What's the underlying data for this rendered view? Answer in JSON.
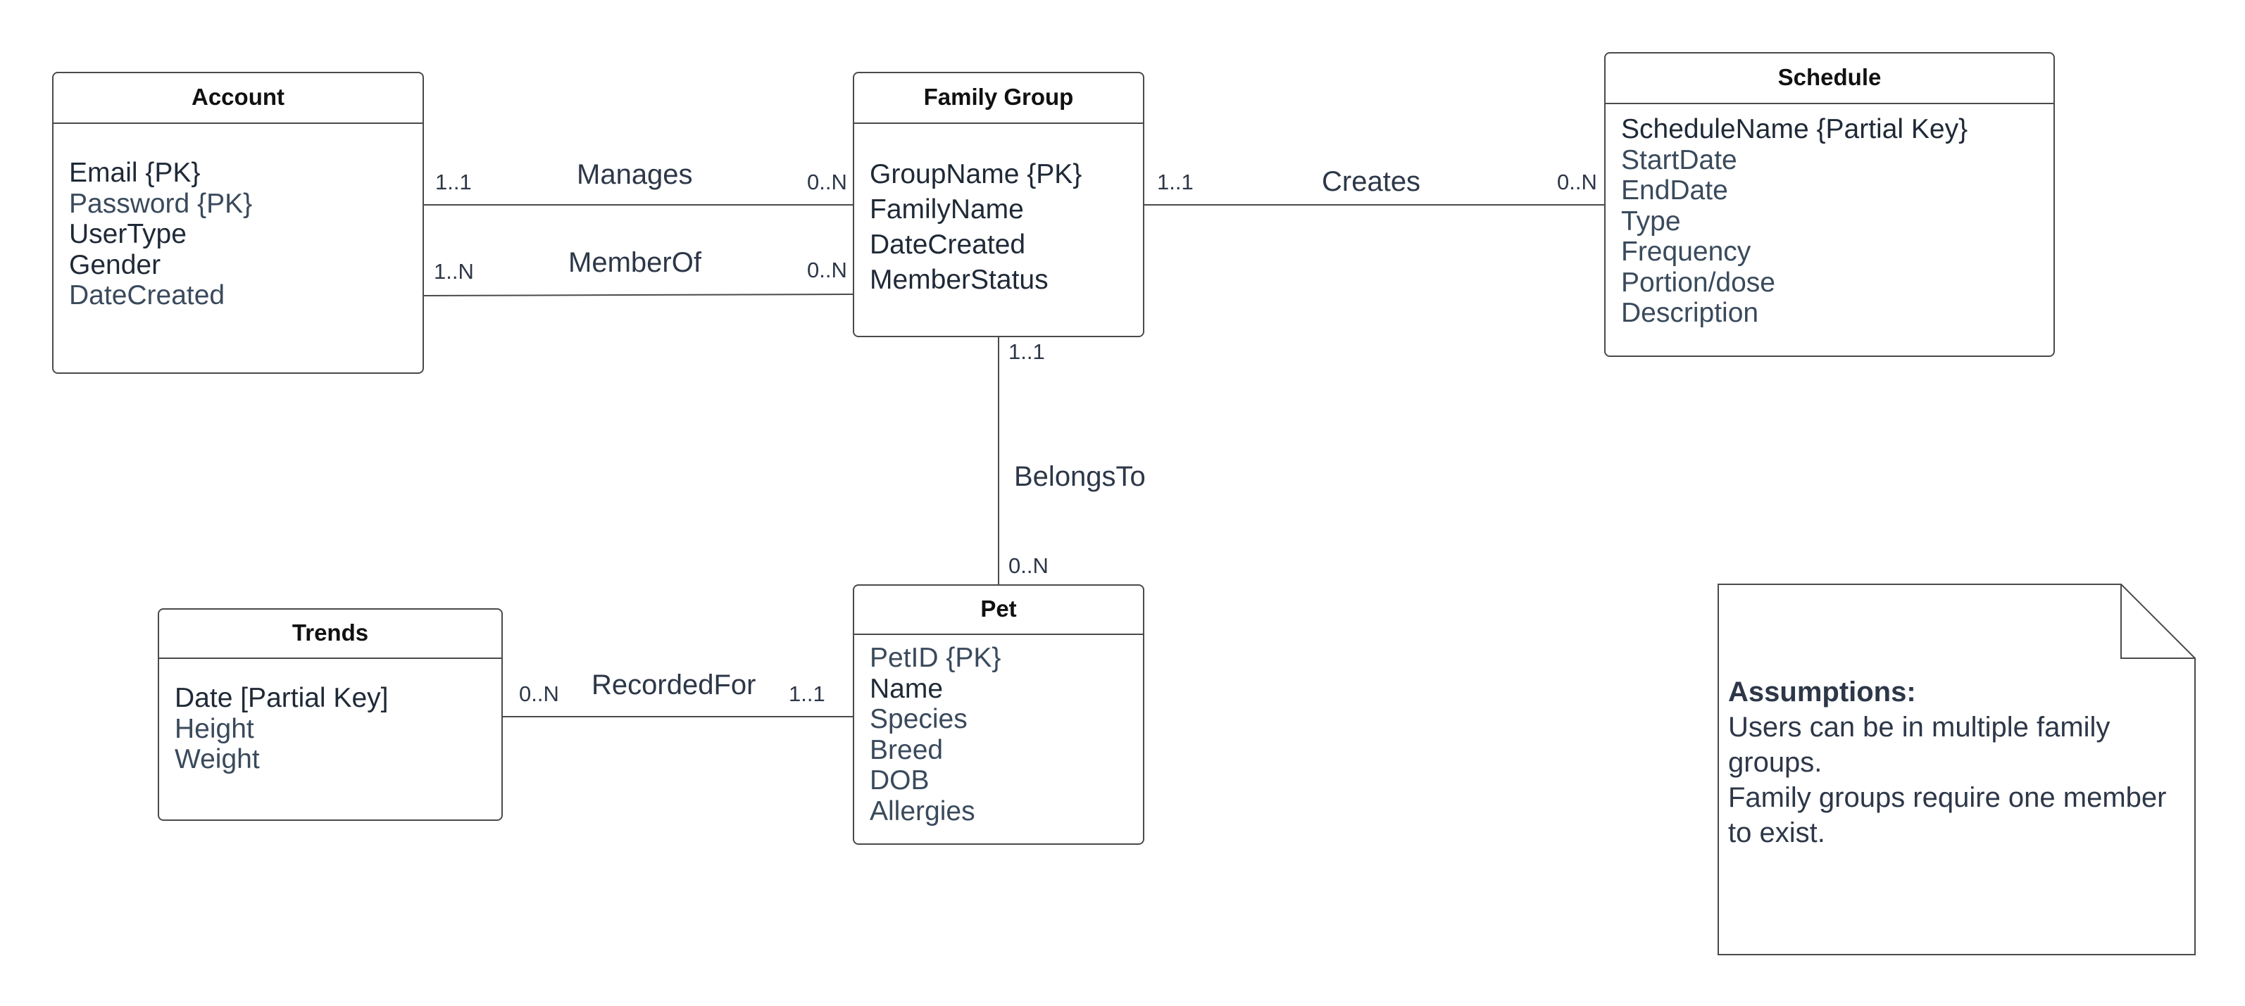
{
  "entities": {
    "account": {
      "title": "Account",
      "attributes": [
        "Email {PK}",
        "Password {PK}",
        "UserType",
        "Gender",
        "DateCreated"
      ]
    },
    "family_group": {
      "title": "Family Group",
      "attributes": [
        "GroupName {PK}",
        "FamilyName",
        "DateCreated",
        "MemberStatus"
      ]
    },
    "schedule": {
      "title": "Schedule",
      "attributes": [
        "ScheduleName {Partial Key}",
        "StartDate",
        "EndDate",
        "Type",
        "Frequency",
        "Portion/dose",
        "Description"
      ]
    },
    "pet": {
      "title": "Pet",
      "attributes": [
        "PetID {PK}",
        "Name",
        "Species",
        "Breed",
        "DOB",
        "Allergies"
      ]
    },
    "trends": {
      "title": "Trends",
      "attributes": [
        "Date [Partial Key]",
        "Height",
        "Weight"
      ]
    }
  },
  "relationships": {
    "manages": {
      "label": "Manages",
      "card_from": "1..1",
      "card_to": "0..N"
    },
    "member_of": {
      "label": "MemberOf",
      "card_from": "1..N",
      "card_to": "0..N"
    },
    "creates": {
      "label": "Creates",
      "card_from": "1..1",
      "card_to": "0..N"
    },
    "belongs_to": {
      "label": "BelongsTo",
      "card_from": "1..1",
      "card_to": "0..N"
    },
    "recorded_for": {
      "label": "RecordedFor",
      "card_from": "0..N",
      "card_to": "1..1"
    }
  },
  "note": {
    "title": "Assumptions:",
    "lines": [
      "Users can be in multiple family groups.",
      "Family groups require one member to exist."
    ]
  },
  "colors": {
    "line": "#4a4a4a",
    "text": "#2d3748",
    "header": "#111111"
  }
}
